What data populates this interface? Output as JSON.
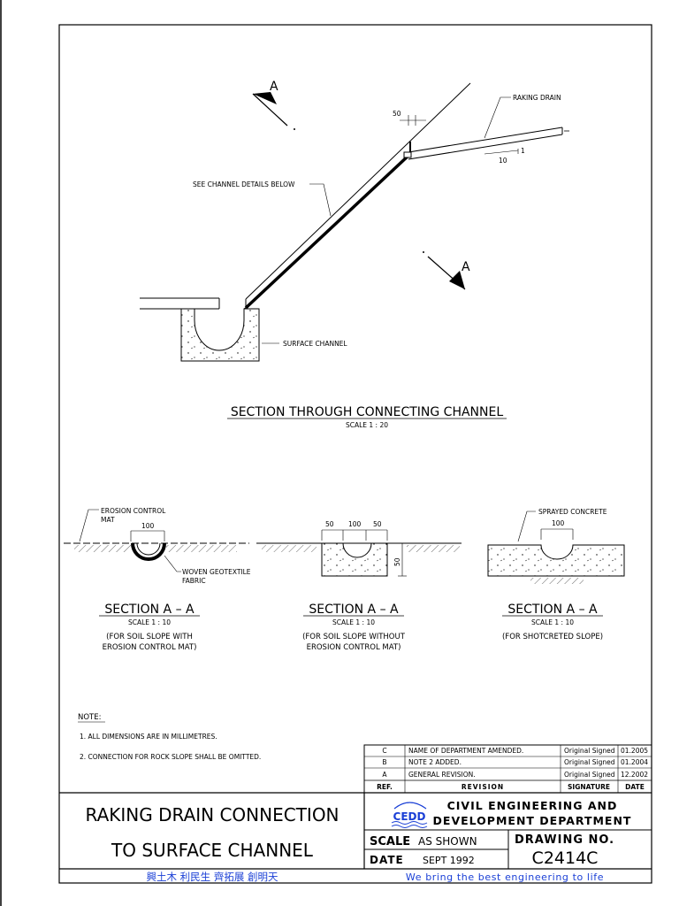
{
  "drawing": {
    "direction_marker": "A",
    "top_section": {
      "raking_drain_label": "RAKING DRAIN",
      "dim_50": "50",
      "gradient_1": "1",
      "gradient_10": "10",
      "see_details_label": "SEE CHANNEL DETAILS BELOW",
      "surface_channel_label": "SURFACE CHANNEL",
      "title": "SECTION THROUGH CONNECTING CHANNEL",
      "scale": "SCALE  1 : 20"
    },
    "sections": [
      {
        "label_top": "EROSION CONTROL",
        "label_top2": "MAT",
        "dim": "100",
        "label_side": "WOVEN GEOTEXTILE",
        "label_side2": "FABRIC",
        "title": "SECTION  A – A",
        "scale": "SCALE  1 : 10",
        "caption1": "(FOR SOIL SLOPE WITH",
        "caption2": "EROSION CONTROL MAT)"
      },
      {
        "dim_left": "50",
        "dim_mid": "100",
        "dim_right": "50",
        "dim_vert": "50",
        "title": "SECTION  A – A",
        "scale": "SCALE  1 : 10",
        "caption1": "(FOR SOIL SLOPE WITHOUT",
        "caption2": "EROSION CONTROL MAT)"
      },
      {
        "label_top": "SPRAYED CONCRETE",
        "dim": "100",
        "title": "SECTION  A – A",
        "scale": "SCALE  1 : 10",
        "caption1": "(FOR SHOTCRETED SLOPE)"
      }
    ]
  },
  "notes": {
    "heading": "NOTE:",
    "items": [
      "1. ALL DIMENSIONS ARE IN MILLIMETRES.",
      "2. CONNECTION FOR ROCK SLOPE SHALL BE OMITTED."
    ]
  },
  "revisions": {
    "rows": [
      {
        "ref": "C",
        "revision": "NAME OF DEPARTMENT AMENDED.",
        "signature": "Original Signed",
        "date": "01.2005"
      },
      {
        "ref": "B",
        "revision": "NOTE 2 ADDED.",
        "signature": "Original Signed",
        "date": "01.2004"
      },
      {
        "ref": "A",
        "revision": "GENERAL REVISION.",
        "signature": "Original Signed",
        "date": "12.2002"
      }
    ],
    "headers": {
      "ref": "REF.",
      "revision": "REVISION",
      "signature": "SIGNATURE",
      "date": "DATE"
    }
  },
  "title_block": {
    "title_line1": "RAKING  DRAIN  CONNECTION",
    "title_line2": "TO  SURFACE  CHANNEL",
    "logo_text": "CEDD",
    "dept_line1": "CIVIL  ENGINEERING  AND",
    "dept_line2": "DEVELOPMENT  DEPARTMENT",
    "scale_label": "SCALE",
    "scale_value": "AS SHOWN",
    "drawing_no_label": "DRAWING NO.",
    "drawing_no": "C2414C",
    "date_label": "DATE",
    "date_value": "SEPT 1992",
    "chinese_motto": "興土木 利民生 齊拓展 創明天",
    "english_motto": "We bring the best engineering to life"
  },
  "colors": {
    "motto": "#1a3fd6",
    "logo": "#1a3fd6"
  }
}
